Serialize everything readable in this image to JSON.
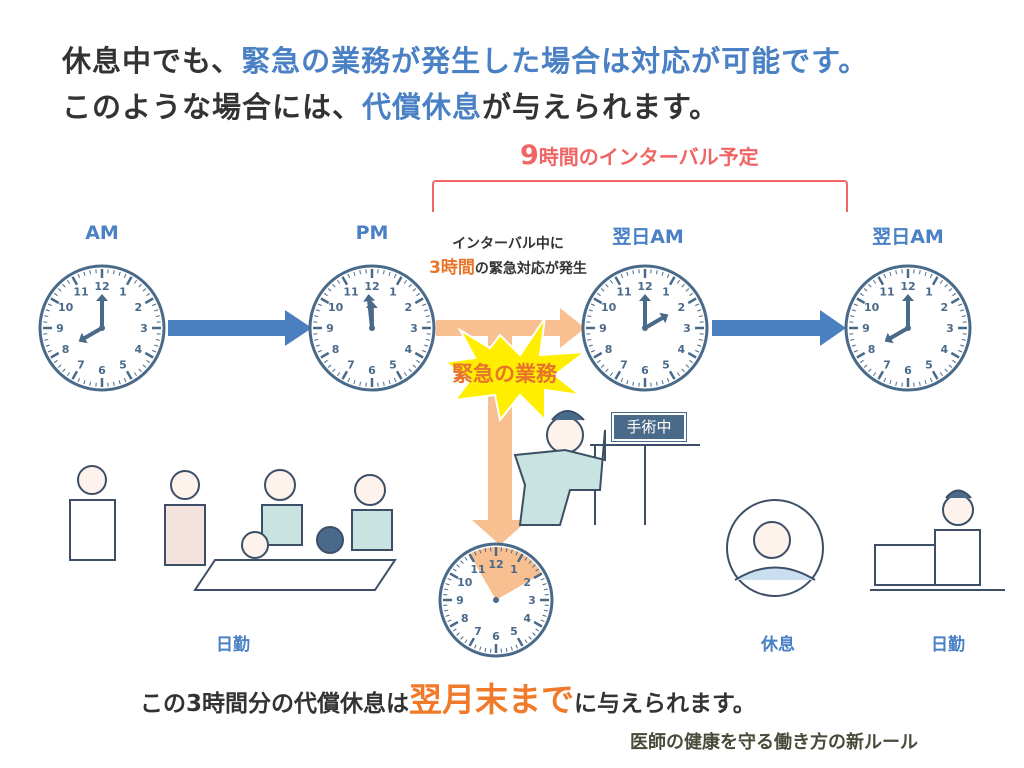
{
  "heading": {
    "line1_a": "休息中でも、",
    "line1_hl": "緊急の業務が発生した場合は対応が可能です。",
    "line2_a": "このような場合には、",
    "line2_hl": "代償休息",
    "line2_b": "が与えられます。"
  },
  "interval": {
    "num": "9",
    "text": "時間のインターバル予定"
  },
  "clock_labels": [
    "AM",
    "PM",
    "翌日AM",
    "翌日AM"
  ],
  "note": {
    "line1": "インターバル中に",
    "hours": "3時間",
    "line2_rest": "の緊急対応が発生"
  },
  "emergency_label": "緊急の業務",
  "surgery_sign": "手術中",
  "captions": {
    "day_work_1": "日勤",
    "rest": "休息",
    "day_work_2": "日勤"
  },
  "clocks": [
    {
      "hour": 8,
      "minute": 0
    },
    {
      "hour": 11,
      "minute": 59
    },
    {
      "hour": 2,
      "minute": 0
    },
    {
      "hour": 8,
      "minute": 0
    }
  ],
  "emergency_clock": {
    "from_hour": 11,
    "to_hour": 14
  },
  "bottom": {
    "a": "この3時間分の代償休息は",
    "em": "翌月末まで",
    "b": "に与えられます。"
  },
  "footer": "医師の健康を守る働き方の新ルール",
  "colors": {
    "blue": "#4a80c4",
    "red": "#f06464",
    "orange": "#e8742a",
    "peach": "#f8bf90",
    "clock": "#4a6a8a"
  }
}
